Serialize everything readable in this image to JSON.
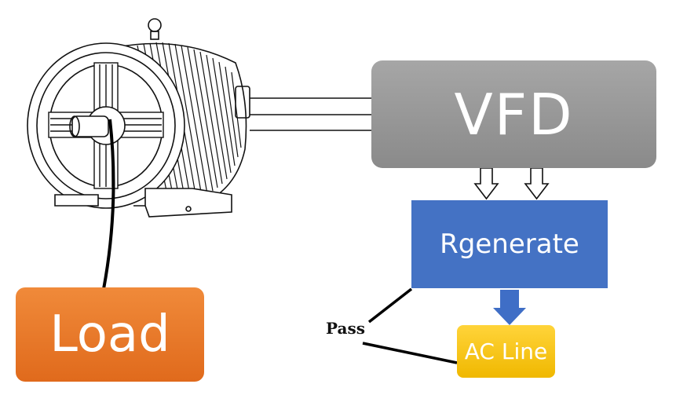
{
  "boxes": {
    "vfd": "VFD",
    "regenerate": "Rgenerate",
    "load": "Load",
    "ac_line": "AC Line"
  },
  "labels": {
    "pass": "Pass"
  },
  "colors": {
    "vfd": "#999999",
    "regenerate": "#4472c4",
    "load": "#e8772a",
    "ac_line": "#f7c600",
    "flow_arrow": "#3f6ec6"
  }
}
